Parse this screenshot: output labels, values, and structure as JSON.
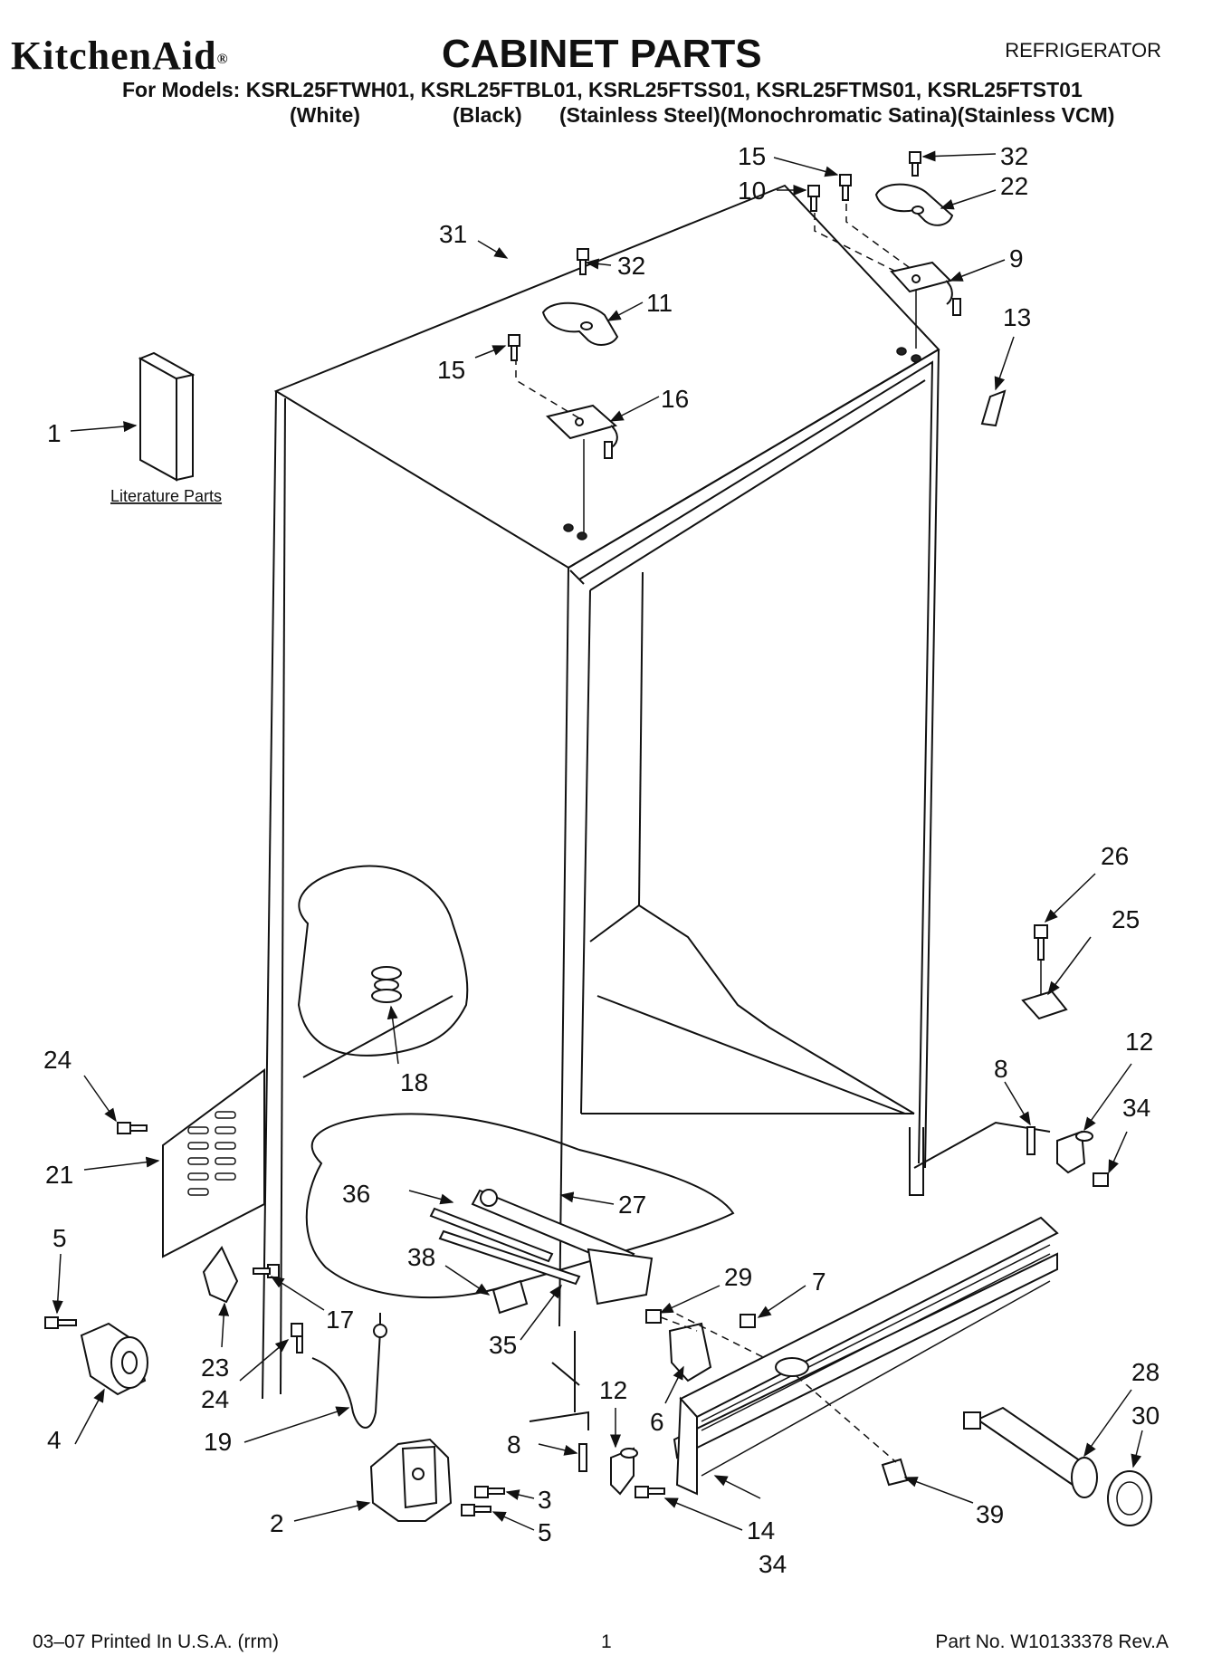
{
  "header": {
    "brand": "KitchenAid",
    "brand_mark": "®",
    "title": "CABINET PARTS",
    "category": "REFRIGERATOR",
    "models_line": "For Models: KSRL25FTWH01, KSRL25FTBL01, KSRL25FTSS01, KSRL25FTMS01, KSRL25FTST01",
    "variants": [
      "(White)",
      "(Black)",
      "(Stainless Steel)(Monochromatic Satina)(Stainless VCM)"
    ]
  },
  "literature_label": "Literature Parts",
  "callouts": {
    "c1": "1",
    "c2": "2",
    "c3": "3",
    "c4": "4",
    "c5a": "5",
    "c5b": "5",
    "c6": "6",
    "c7": "7",
    "c8a": "8",
    "c8b": "8",
    "c9": "9",
    "c10": "10",
    "c11": "11",
    "c12a": "12",
    "c12b": "12",
    "c13": "13",
    "c14": "14",
    "c15a": "15",
    "c15b": "15",
    "c16": "16",
    "c17": "17",
    "c18": "18",
    "c19": "19",
    "c21": "21",
    "c22": "22",
    "c23": "23",
    "c24a": "24",
    "c24b": "24",
    "c25": "25",
    "c26": "26",
    "c27": "27",
    "c28": "28",
    "c29": "29",
    "c30": "30",
    "c31": "31",
    "c32a": "32",
    "c32b": "32",
    "c34a": "34",
    "c34b": "34",
    "c35": "35",
    "c36": "36",
    "c38": "38",
    "c39": "39"
  },
  "footer": {
    "left": "03–07 Printed In U.S.A. (rrm)",
    "page": "1",
    "right": "Part No. W10133378 Rev.A"
  }
}
